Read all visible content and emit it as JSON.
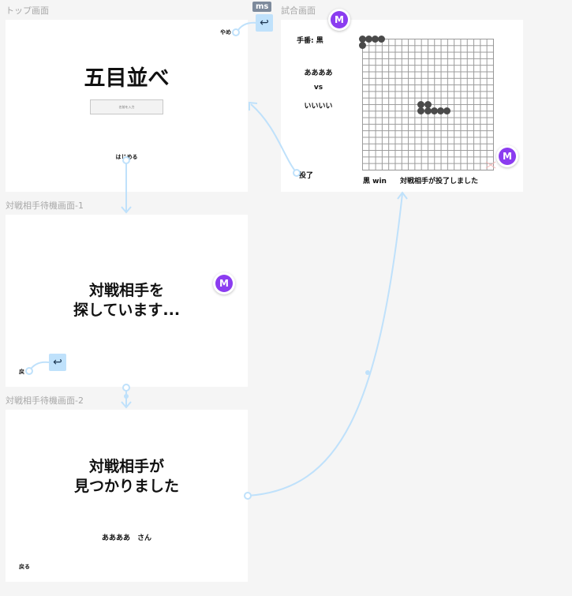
{
  "frames": {
    "top": {
      "label": "トップ画面",
      "title": "五目並べ",
      "name_input_placeholder": "名前を入力",
      "start_label": "はじめる",
      "quit_label": "やめ"
    },
    "waiting1": {
      "label": "対戦相手待機画面-1",
      "message_line1": "対戦相手を",
      "message_line2": "探しています...",
      "back_label": "戻"
    },
    "waiting2": {
      "label": "対戦相手待機画面-2",
      "message_line1": "対戦相手が",
      "message_line2": "見つかりました",
      "opponent_name": "ああああ　さん",
      "back_label": "戻る"
    },
    "match": {
      "label": "試合画面",
      "turn_label": "手番: 黒",
      "player1": "ああああ",
      "vs": "vs",
      "player2": "いいいい",
      "resign_label": "投了",
      "result": "黒 win",
      "status": "対戦相手が投了しました"
    }
  },
  "board": {
    "size": 20,
    "stones": [
      [
        0,
        0
      ],
      [
        1,
        0
      ],
      [
        2,
        0
      ],
      [
        3,
        0
      ],
      [
        0,
        1
      ],
      [
        9,
        10
      ],
      [
        10,
        10
      ],
      [
        9,
        11
      ],
      [
        10,
        11
      ],
      [
        11,
        11
      ],
      [
        12,
        11
      ],
      [
        13,
        11
      ]
    ]
  },
  "collaborators": {
    "avatar_initial": "M",
    "badge": "ms",
    "avatar_color": "#8b3cf0"
  },
  "icons": {
    "back": "↩"
  },
  "colors": {
    "connector": "#bfe1fb",
    "canvas": "#f5f5f5"
  }
}
